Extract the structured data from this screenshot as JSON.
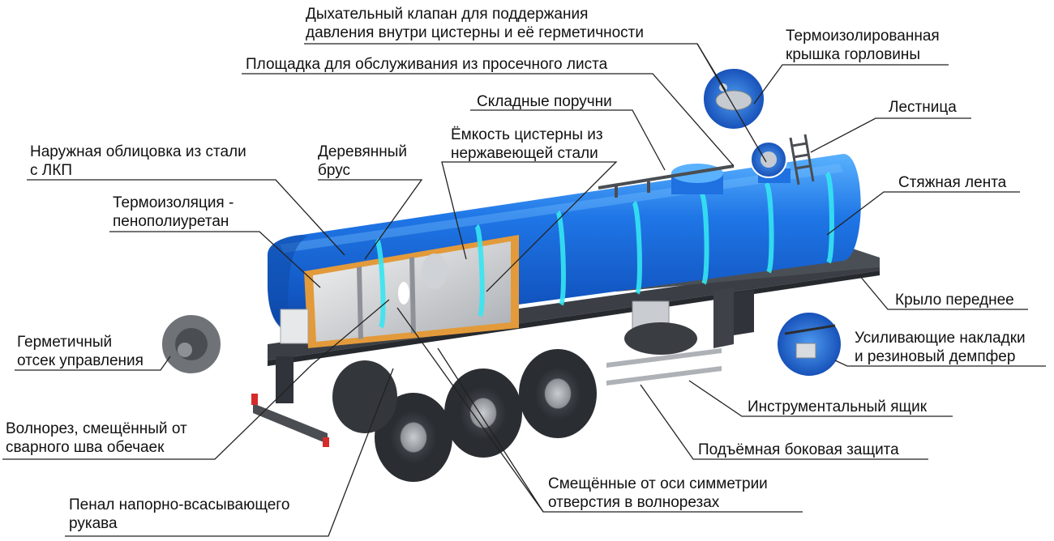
{
  "labels": {
    "breather_valve": [
      "Дыхательный клапан для поддержания",
      "давления внутри цистерны и её герметичности"
    ],
    "insulated_hatch_lid": [
      "Термоизолированная",
      "крышка горловины"
    ],
    "service_platform": [
      "Площадка для обслуживания из просечного листа"
    ],
    "folding_handrails": [
      "Складные поручни"
    ],
    "ladder": [
      "Лестница"
    ],
    "outer_cladding": [
      "Наружная облицовка из стали",
      "с ЛКП"
    ],
    "wooden_beam": [
      "Деревянный",
      "брус"
    ],
    "stainless_tank": [
      "Ёмкость цистерны из",
      "нержавеющей стали"
    ],
    "strap_band": [
      "Стяжная лента"
    ],
    "thermal_insulation": [
      "Термоизоляция -",
      "пенополиуретан"
    ],
    "front_fender": [
      "Крыло переднее"
    ],
    "sealed_control_compartment": [
      "Герметичный",
      "отсек управления"
    ],
    "reinforcing_pads": [
      "Усиливающие накладки",
      "и резиновый демпфер"
    ],
    "tool_box": [
      "Инструментальный ящик"
    ],
    "wave_breaker": [
      "Волнорез, смещённый от",
      "сварного шва обечаек"
    ],
    "side_protection": [
      "Подъёмная боковая защита"
    ],
    "offset_holes": [
      "Смещённые от оси симметрии",
      "отверстия в волнорезах"
    ],
    "hose_case": [
      "Пенал напорно-всасывающего",
      "рукава"
    ]
  },
  "colors": {
    "tank_blue": "#1f6fe0",
    "tank_light": "#4aa8ff",
    "strap_cyan": "#35e6f2",
    "insulation_orange": "#e39a3a",
    "frame_dark": "#3b3f45",
    "leader_line": "#222222"
  }
}
